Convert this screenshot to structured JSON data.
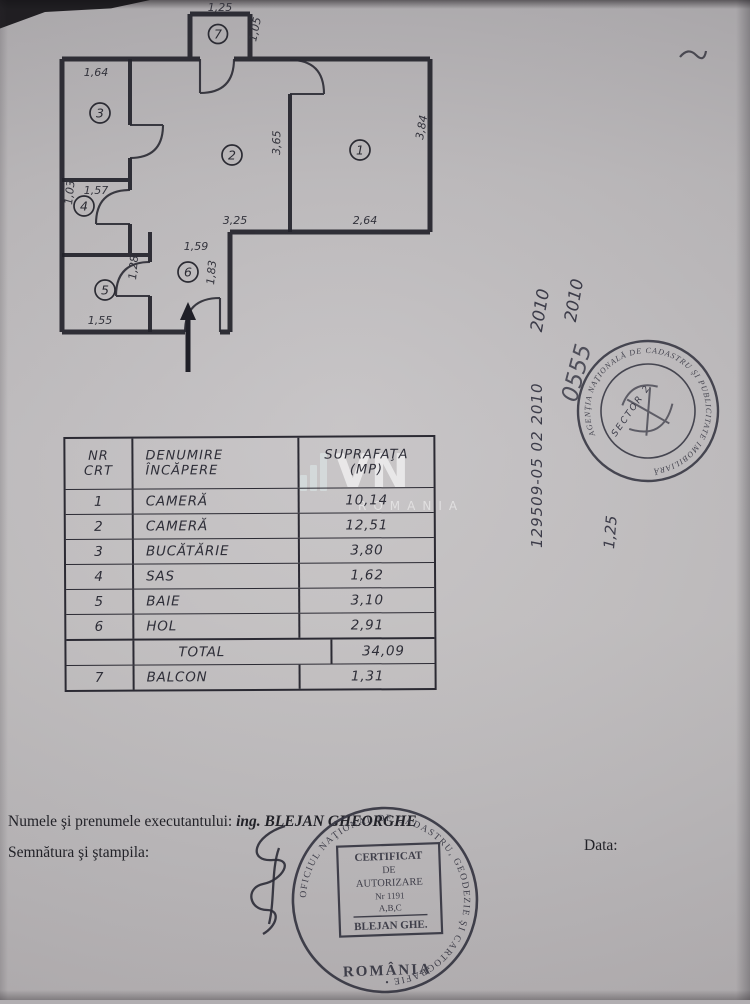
{
  "document": {
    "floorplan": {
      "room_labels": [
        "1",
        "2",
        "3",
        "4",
        "5",
        "6",
        "7"
      ],
      "dims": {
        "balcony_top": "1,25",
        "balcony_side": "1,05",
        "room3_top": "1,64",
        "room4_top": "1,57",
        "room4_side": "1,03",
        "room2_side": "3,65",
        "room2_bottom": "3,25",
        "room1_bottom": "2,64",
        "room1_side": "3,84",
        "room5_side": "1,28",
        "room5_bottom": "1,55",
        "hall_top": "1,59",
        "hall_side": "1,83"
      }
    },
    "table": {
      "header": {
        "col1a": "NR",
        "col1b": "CRT",
        "col2a": "DENUMIRE",
        "col2b": "ÎNCĂPERE",
        "col3a": "SUPRAFAŢA",
        "col3b": "(MP)"
      },
      "rows": [
        {
          "nr": "1",
          "name": "CAMERĂ",
          "area": "10,14"
        },
        {
          "nr": "2",
          "name": "CAMERĂ",
          "area": "12,51"
        },
        {
          "nr": "3",
          "name": "BUCĂTĂRIE",
          "area": "3,80"
        },
        {
          "nr": "4",
          "name": "SAS",
          "area": "1,62"
        },
        {
          "nr": "5",
          "name": "BAIE",
          "area": "3,10"
        },
        {
          "nr": "6",
          "name": "HOL",
          "area": "2,91"
        },
        {
          "nr": "",
          "name": "TOTAL",
          "area": "34,09"
        },
        {
          "nr": "7",
          "name": "BALCON",
          "area": "1,31"
        }
      ]
    },
    "watermark": {
      "logo": "VN",
      "sub": "ROMANIA"
    },
    "annotations": {
      "year1": "2010",
      "year2": "2010",
      "code": "0555",
      "reg_number": "129509-05 02 2010",
      "sector": "SECTOR 2",
      "note": "1,25"
    },
    "right_stamp": {
      "ring": "AGENŢIA NAŢIONALĂ DE CADASTRU ŞI PUBLICITATE IMOBILIARĂ"
    },
    "footer": {
      "executant_label": "Numele şi prenumele executantului:",
      "executant_value": "ing. BLEJAN GHEORGHE",
      "signature_label": "Semnătura şi ştampila:",
      "date_label": "Data:"
    },
    "cert_stamp": {
      "ring": "OFICIUL NAŢIONAL DE CADASTRU, GEODEZIE ŞI CARTOGRAFIE •",
      "country": "ROMÂNIA",
      "box": [
        "CERTIFICAT",
        "DE",
        "AUTORIZARE",
        "Nr 1191",
        "A,B,C",
        "BLEJAN GHE."
      ]
    }
  }
}
